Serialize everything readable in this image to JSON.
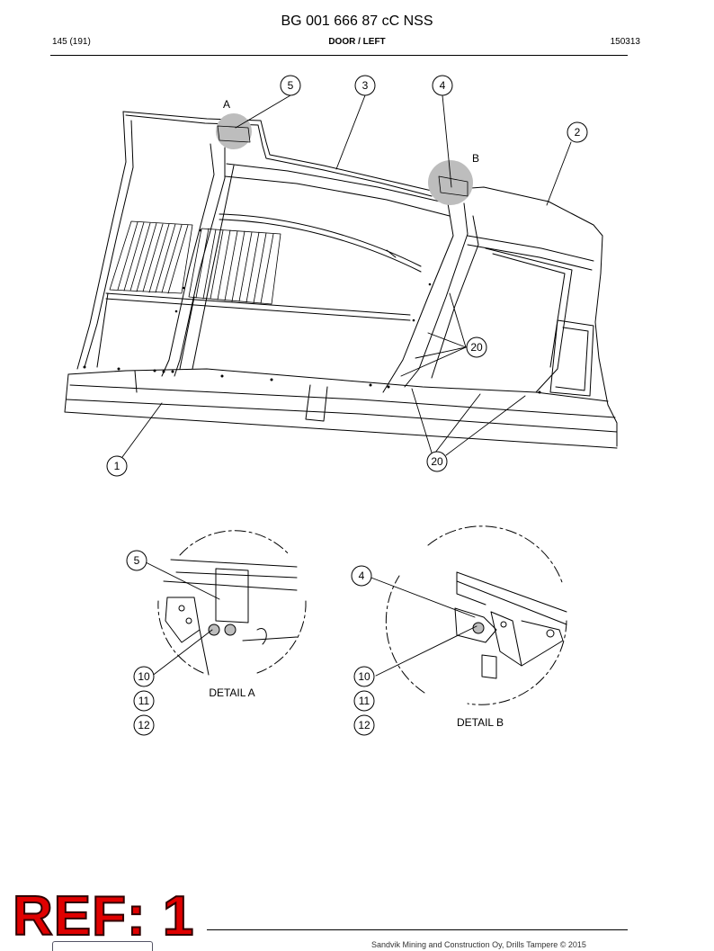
{
  "document": {
    "title": "BG 001 666 87 cC NSS",
    "page": "145 (191)",
    "section": "DOOR / LEFT",
    "code": "150313"
  },
  "callouts": {
    "c1": "1",
    "c2": "2",
    "c3": "3",
    "c4": "4",
    "c5": "5",
    "c20a": "20",
    "c20b": "20",
    "da5": "5",
    "da10": "10",
    "da11": "11",
    "da12": "12",
    "db4": "4",
    "db10": "10",
    "db11": "11",
    "db12": "12"
  },
  "markers": {
    "a": "A",
    "b": "B"
  },
  "details": {
    "a": "DETAIL A",
    "b": "DETAIL B"
  },
  "stamp": "REF: 1",
  "footer": {
    "copyright": "Sandvik Mining and Construction Oy, Drills Tampere © 2015"
  }
}
